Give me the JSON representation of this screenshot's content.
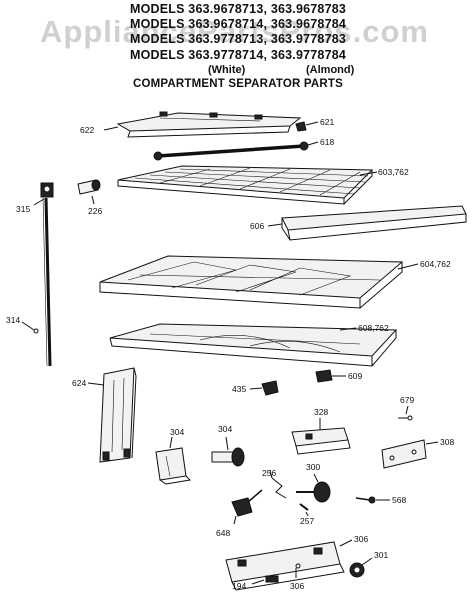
{
  "header": {
    "lines": [
      "MODELS 363.9678713, 363.9678783",
      "MODELS 363.9678714, 363.9678784",
      "MODELS 363.9778713, 363.9778783",
      "MODELS 363.9778714, 363.9778784"
    ],
    "color_white": "(White)",
    "color_almond": "(Almond)",
    "subtitle": "COMPARTMENT SEPARATOR PARTS"
  },
  "watermark": "AppliancePartsPros.com",
  "part_labels": {
    "p622": "622",
    "p621": "621",
    "p618": "618",
    "p603": "603,762",
    "p315": "315",
    "p226": "226",
    "p606": "606",
    "p604": "604,762",
    "p314": "314",
    "p608": "608,762",
    "p624": "624",
    "p435": "435",
    "p609": "609",
    "p679": "679",
    "p328": "328",
    "p308": "308",
    "p304a": "304",
    "p304b": "304",
    "p256": "256",
    "p300": "300",
    "p568": "568",
    "p257": "257",
    "p648": "648",
    "p306a": "306",
    "p306b": "306",
    "p301": "301",
    "p194": "194"
  }
}
